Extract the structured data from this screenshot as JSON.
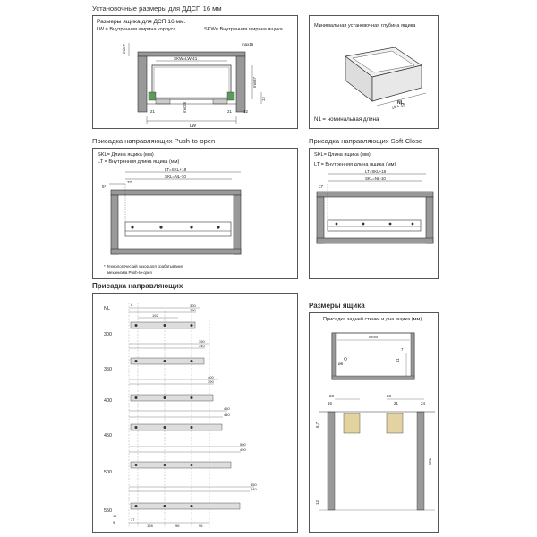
{
  "titles": {
    "top_left": "Установочные размеры для ДДСП 16 мм",
    "mid_left": "Присадка направляющих Push-to-open",
    "mid_right": "Присадка направляющих Soft-Close",
    "bottom_left": "Присадка направляющих",
    "bottom_right": "Размеры ящика"
  },
  "panel1": {
    "heading": "Размеры ящика для ДСП 16 мм.",
    "legend_lw": "LW = Внутренняя ширина корпуса",
    "legend_skw": "SKW= Внутренняя ширина ящика",
    "formula": "SKW=LW-41",
    "dims": {
      "d1": "min 7",
      "d2": "max16",
      "d3": "min37",
      "d4": "12",
      "d5": "21",
      "d6": "min28",
      "d7": "21",
      "d8": "12",
      "d9": "LW"
    }
  },
  "panel2": {
    "heading": "Минимальная установочная глубина ящика",
    "dim": "10 + 15",
    "nl_label": "NL",
    "nl_text": "NL = номинальная длина"
  },
  "panel3": {
    "legend_skl": "SKL= Длина ящика (мм)",
    "legend_lt": "LT = Внутренняя длина ящика (мм)",
    "lt_formula": "LT=SKL+18",
    "skl_formula": "SKL=NL-10",
    "dim_37": "37",
    "dim_5": "5*",
    "footnote_1": "* Технологический зазор для срабатывания",
    "footnote_2": "механизма Push-to-open"
  },
  "panel4": {
    "legend_skl": "SKL= Длина ящика (мм)",
    "legend_lt": "LT = Внутренняя длина ящика (мм)",
    "lt_formula": "LT=SKL+18",
    "skl_formula": "SKL=NL-10",
    "dim_37": "37"
  },
  "panel5": {
    "nl_header": "NL",
    "top_dims": [
      "8",
      "300",
      "290",
      "192"
    ],
    "rows": [
      {
        "nl": "300",
        "a": "",
        "b": ""
      },
      {
        "nl": "350",
        "a": "350",
        "b": "340"
      },
      {
        "nl": "400",
        "a": "400",
        "b": "390"
      },
      {
        "nl": "450",
        "a": "450",
        "b": "440"
      },
      {
        "nl": "500",
        "a": "500",
        "b": "490"
      },
      {
        "nl": "550",
        "a": "550",
        "b": "540"
      }
    ],
    "bottom_dims": [
      "37",
      "128",
      "96",
      "96"
    ],
    "side_dims": [
      "12",
      "9"
    ]
  },
  "panel6": {
    "heading": "Присадка задней стенки и дна ящика (мм)",
    "skw": "SKW",
    "dims_top": {
      "d7": "7",
      "d6": "ø6",
      "d11": "11"
    },
    "dims_bottom": {
      "a23": "23",
      "b23": "23",
      "c16": "16",
      "d21": "21",
      "e24": "24",
      "f67": "6,7",
      "g12": "12",
      "skl": "SKL"
    }
  }
}
